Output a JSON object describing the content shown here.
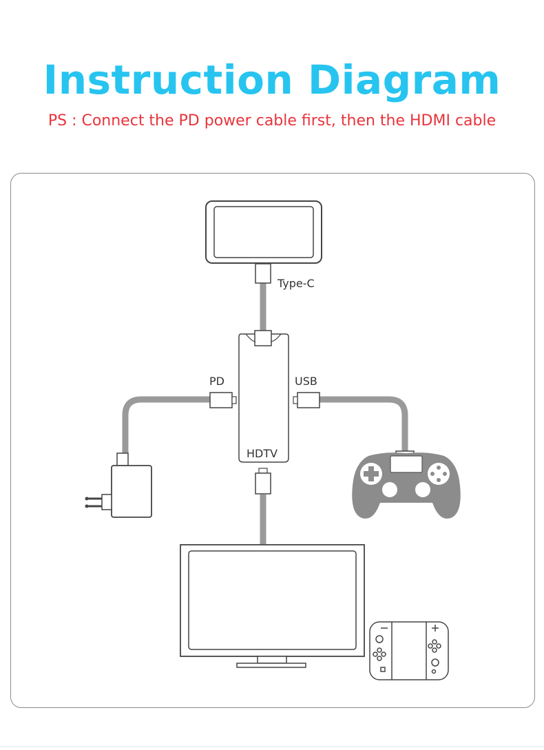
{
  "header": {
    "title": "Instruction Diagram",
    "note": "PS : Connect the PD power cable first, then the HDMI cable"
  },
  "ports": {
    "type_c": "Type-C",
    "pd": "PD",
    "usb": "USB",
    "hdtv": "HDTV"
  },
  "colors": {
    "title": "#27c4f0",
    "note": "#e8343c",
    "cable": "#9a9a9a",
    "device_fill": "#8c8c8c"
  },
  "icons": [
    "phone-icon",
    "usb-c-hub-icon",
    "power-adapter-icon",
    "game-controller-icon",
    "tv-monitor-icon",
    "nintendo-switch-icon"
  ]
}
